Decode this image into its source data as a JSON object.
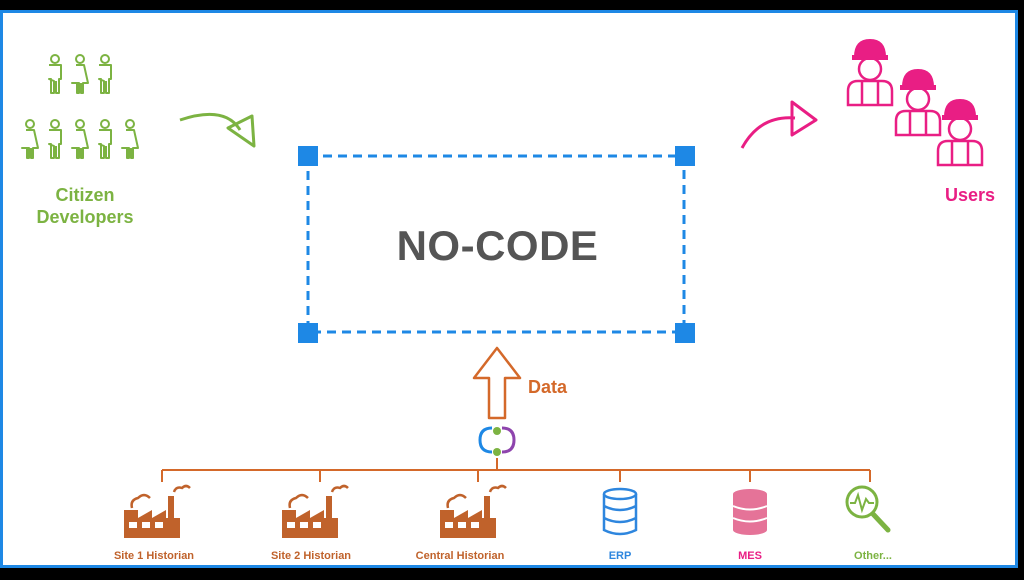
{
  "citizen_developers": {
    "line1": "Citizen",
    "line2": "Developers"
  },
  "users": {
    "label": "Users"
  },
  "center": {
    "title": "NO-CODE"
  },
  "data_flow": {
    "label": "Data"
  },
  "sources": [
    {
      "label": "Site 1 Historian",
      "icon": "factory-icon"
    },
    {
      "label": "Site 2 Historian",
      "icon": "factory-icon"
    },
    {
      "label": "Central Historian",
      "icon": "factory-icon"
    },
    {
      "label": "ERP",
      "icon": "database-icon"
    },
    {
      "label": "MES",
      "icon": "database-icon"
    },
    {
      "label": "Other...",
      "icon": "magnifier-chart-icon"
    }
  ],
  "colors": {
    "green": "#7cb342",
    "pink": "#e91e84",
    "orange": "#d4692a",
    "blue": "#1e88e5",
    "gray_text": "#555555"
  }
}
